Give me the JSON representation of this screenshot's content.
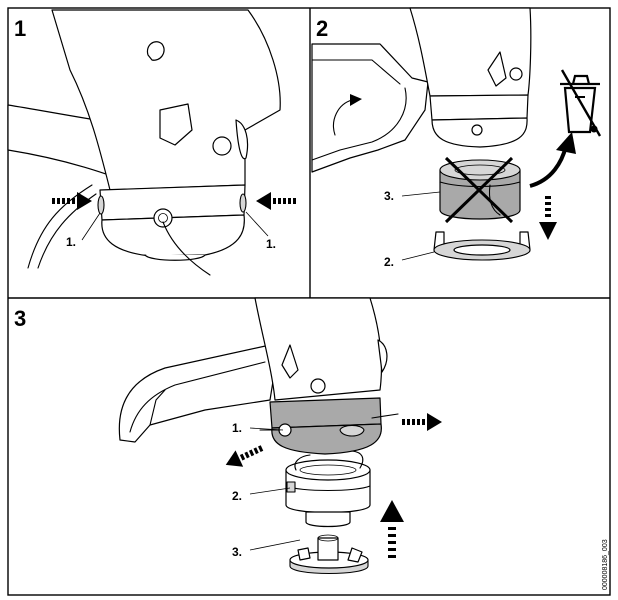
{
  "panels": [
    {
      "number": "1",
      "callouts": [
        "1.",
        "1."
      ]
    },
    {
      "number": "2",
      "callouts": [
        "3.",
        "2."
      ]
    },
    {
      "number": "3",
      "callouts": [
        "1.",
        "2.",
        "3."
      ]
    }
  ],
  "document_id": "000008186_003",
  "icons": [
    "dashed-arrow-icon",
    "recycle-bin-icon",
    "cross-out-icon",
    "curved-arrow-icon"
  ],
  "colors": {
    "line": "#000000",
    "housing_grey": "#a9a9a9",
    "light_grey": "#d6d6d6",
    "background": "#ffffff"
  }
}
